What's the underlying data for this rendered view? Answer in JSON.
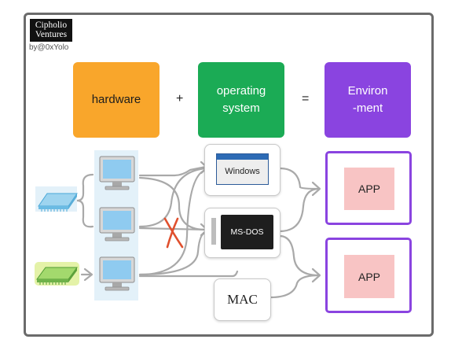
{
  "logo": {
    "line1": "Cipholio",
    "line2": "Ventures",
    "byline": "by@0xYolo"
  },
  "colors": {
    "orange": "#f9a62b",
    "green": "#1bab55",
    "purple": "#8a44e0",
    "app_fill": "#f8c4c4",
    "cross": "#e0502e"
  },
  "equation": {
    "hardware": "hardware",
    "plus": "+",
    "os_line1": "operating",
    "os_line2": "system",
    "equals": "=",
    "env_line1": "Environ",
    "env_line2": "-ment"
  },
  "os": {
    "windows": "Windows",
    "msdos": "MS-DOS",
    "mac": "MAC"
  },
  "apps": {
    "app1": "APP",
    "app2": "APP"
  },
  "icons": [
    "cpu-chip-blue-icon",
    "cpu-chip-green-icon",
    "monitor-icon",
    "brace-icon",
    "arrow-icon",
    "cross-icon"
  ]
}
